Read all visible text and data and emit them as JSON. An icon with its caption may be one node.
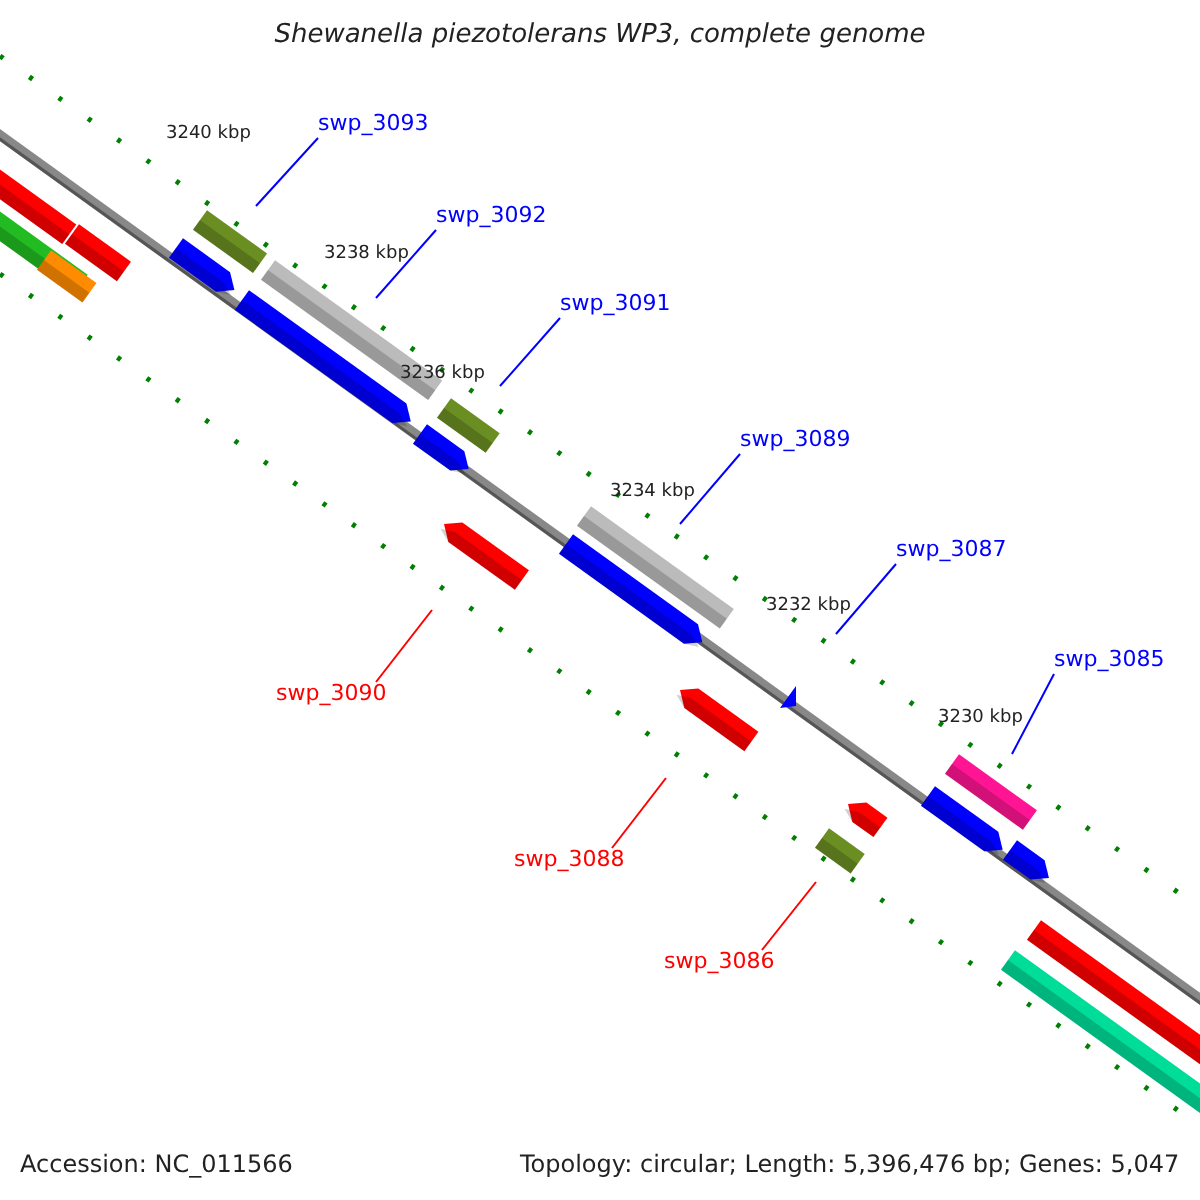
{
  "diagram": {
    "title": "Shewanella piezotolerans WP3, complete genome",
    "nodes": [
      {
        "text": [
          "swp_3093"
        ]
      },
      {
        "text": [
          "swp_3092"
        ]
      },
      {
        "text": [
          "swp_3091"
        ]
      },
      {
        "text": [
          "swp_3089"
        ]
      },
      {
        "text": [
          "swp_3087"
        ]
      },
      {
        "text": [
          "swp_3085"
        ]
      },
      {
        "text": [
          "swp_3090"
        ]
      },
      {
        "text": [
          "swp_3088"
        ]
      },
      {
        "text": [
          "swp_3086"
        ]
      }
    ],
    "edges": [
      {
        "from": 0,
        "to": null,
        "arrow": "none"
      },
      {
        "from": 1,
        "to": null,
        "arrow": "none"
      },
      {
        "from": 2,
        "to": null,
        "arrow": "none"
      },
      {
        "from": 3,
        "to": null,
        "arrow": "none"
      },
      {
        "from": 4,
        "to": null,
        "arrow": "none"
      },
      {
        "from": 5,
        "to": null,
        "arrow": "none"
      },
      {
        "from": 6,
        "to": null,
        "arrow": "none",
        "color": "#ff0000"
      },
      {
        "from": 7,
        "to": null,
        "arrow": "none",
        "color": "#ff0000"
      },
      {
        "from": 8,
        "to": null,
        "arrow": "none",
        "color": "#ff0000"
      }
    ],
    "labels": [
      "3240 kbp",
      "3238 kbp",
      "3236 kbp",
      "3234 kbp",
      "3232 kbp",
      "3230 kbp",
      "Accession: NC_011566",
      "Topology: circular; Length: 5,396,476 bp; Genes: 5,047"
    ]
  }
}
